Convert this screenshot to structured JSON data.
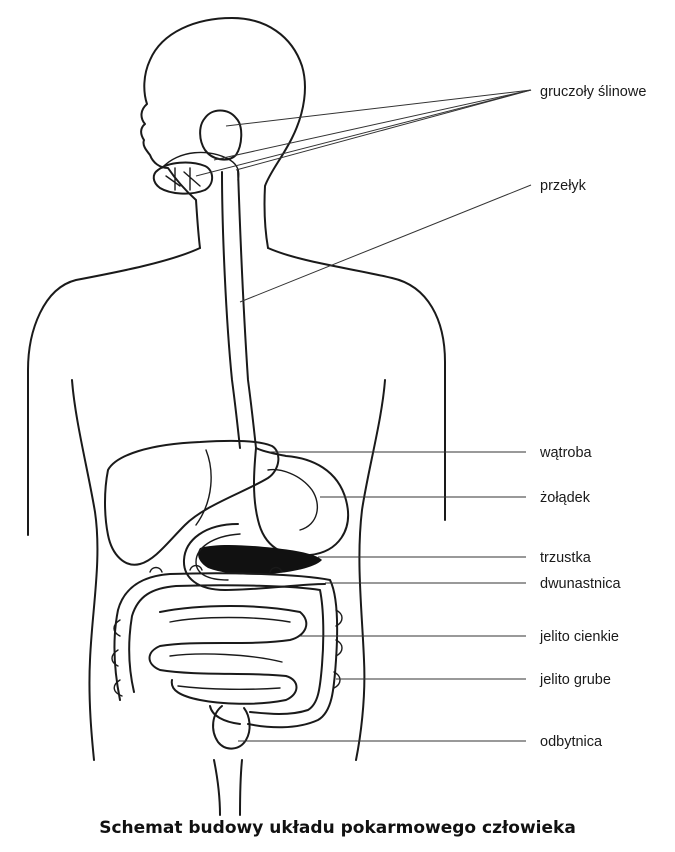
{
  "caption": "Schemat budowy układu pokarmowego człowieka",
  "labels": {
    "salivary": "gruczoły ślinowe",
    "esophagus": "przełyk",
    "liver": "wątroba",
    "stomach": "żołądek",
    "pancreas": "trzustka",
    "duodenum": "dwunastnica",
    "small_intestine": "jelito cienkie",
    "large_intestine": "jelito grube",
    "rectum": "odbytnica"
  }
}
